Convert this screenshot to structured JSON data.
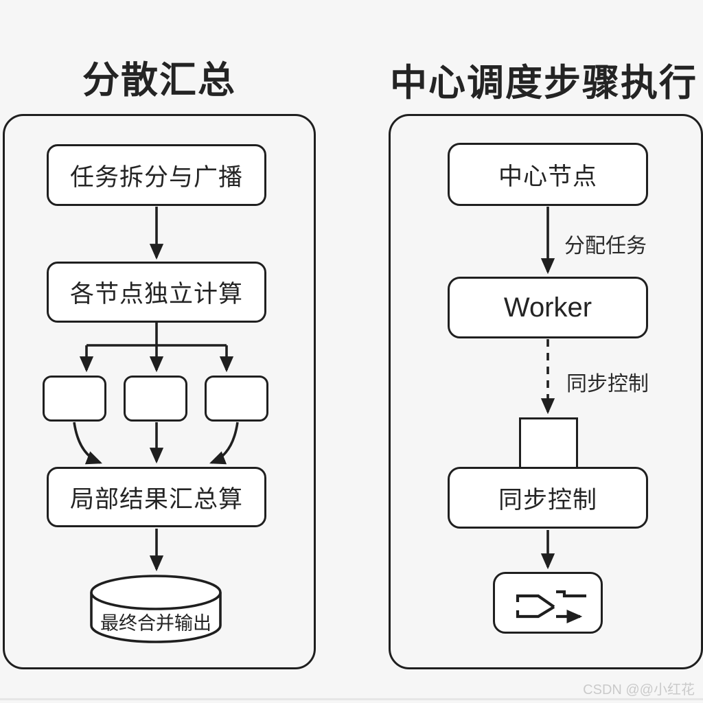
{
  "titles": {
    "left": "分散汇总",
    "right": "中心调度步骤执行"
  },
  "left_panel": {
    "nodes": {
      "split": "任务拆分与广播",
      "compute": "各节点独立计算",
      "aggregate": "局部结果汇总算",
      "output": "最终合并输出"
    },
    "worker_box_count": 3
  },
  "right_panel": {
    "nodes": {
      "central": "中心节点",
      "worker": "Worker",
      "sync": "同步控制"
    },
    "edge_labels": {
      "assign": "分配任务",
      "sync": "同步控制"
    },
    "icon": "merge-arrows-icon"
  },
  "watermark": "CSDN @@小红花",
  "colors": {
    "background": "#f6f6f6",
    "stroke": "#1f1f1f",
    "box_fill": "#ffffff",
    "text": "#242424",
    "watermark": "#cacaca"
  }
}
